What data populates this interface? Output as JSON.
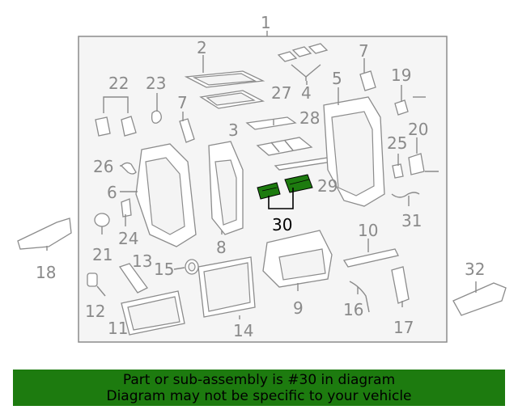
{
  "diagram": {
    "assembly_label": "1",
    "callouts": [
      "2",
      "3",
      "4",
      "5",
      "6",
      "7",
      "7",
      "8",
      "9",
      "10",
      "11",
      "12",
      "13",
      "14",
      "15",
      "16",
      "17",
      "18",
      "19",
      "20",
      "21",
      "22",
      "23",
      "24",
      "25",
      "26",
      "27",
      "28",
      "29",
      "30",
      "31",
      "32"
    ],
    "highlighted_part": "30",
    "colors": {
      "highlight": "#1d7b0f",
      "line": "#8c8c8c",
      "label": "#8a8a8a"
    }
  },
  "banner": {
    "line1": "Part or sub-assembly is #30 in diagram",
    "line2": "Diagram may not be specific to your vehicle"
  }
}
